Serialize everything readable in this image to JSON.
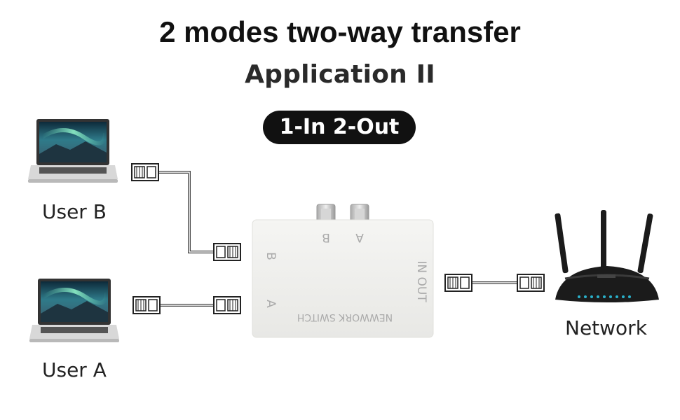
{
  "header": {
    "title": "2 modes two-way transfer",
    "subtitle": "Application II",
    "mode_badge": "1-In 2-Out"
  },
  "devices": {
    "user_b_label": "User B",
    "user_a_label": "User A",
    "network_label": "Network"
  },
  "switch": {
    "knob_b_label": "B",
    "knob_a_label": "A",
    "port_b_label": "B",
    "port_a_label": "A",
    "in_out_label": "IN OUT",
    "brand_text": "NEWWORK SWITCH"
  },
  "colors": {
    "badge_bg": "#111111",
    "switch_body": "#f1f1ef",
    "router_body": "#1b1b1b",
    "router_leds": "#2ab0c9"
  }
}
